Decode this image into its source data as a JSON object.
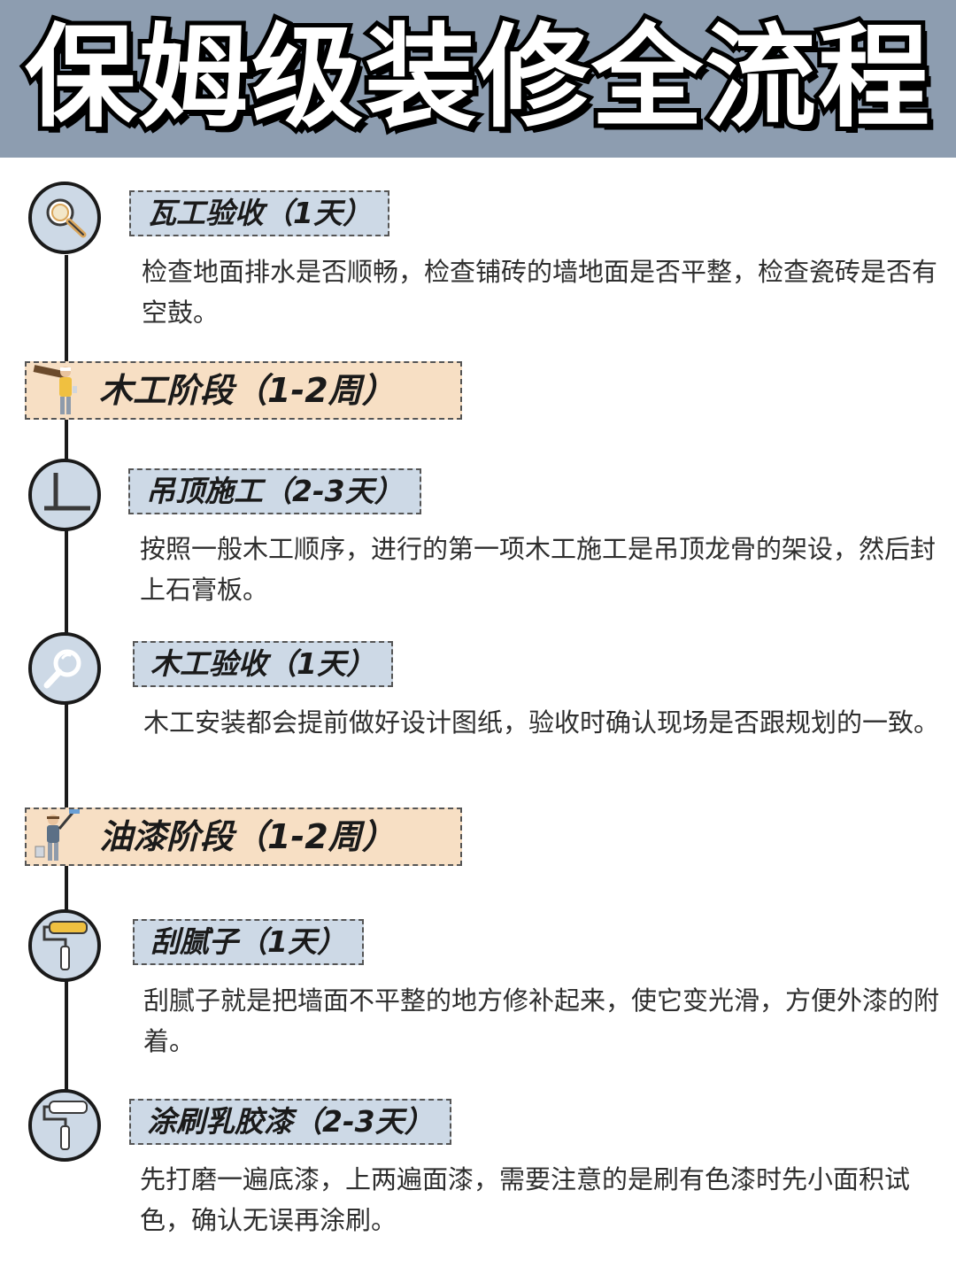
{
  "header": {
    "title": "保姆级装修全流程",
    "background_color": "#8d9db0"
  },
  "colors": {
    "node_fill": "#cdd9e6",
    "step_tag_fill": "#cdd9e6",
    "phase_tag_fill": "#f7dfc4",
    "line": "#1a1a1a"
  },
  "steps": [
    {
      "icon": "magnifier-icon",
      "title": "瓦工验收（1天）",
      "description": "检查地面排水是否顺畅，检查铺砖的墙地面是否平整，检查瓷砖是否有空鼓。"
    },
    {
      "icon": "ceiling-frame-icon",
      "title": "吊顶施工（2-3天）",
      "description": "按照一般木工顺序，进行的第一项木工施工是吊顶龙骨的架设，然后封上石膏板。"
    },
    {
      "icon": "magnifier-icon",
      "title": "木工验收（1天）",
      "description": "木工安装都会提前做好设计图纸，验收时确认现场是否跟规划的一致。"
    },
    {
      "icon": "paint-roller-icon",
      "title": "刮腻子（1天）",
      "description": "刮腻子就是把墙面不平整的地方修补起来，使它变光滑，方便外漆的附着。"
    },
    {
      "icon": "paint-roller-icon",
      "title": "涂刷乳胶漆（2-3天）",
      "description": "先打磨一遍底漆，上两遍面漆，需要注意的是刷有色漆时先小面积试色，确认无误再涂刷。"
    }
  ],
  "phases": [
    {
      "icon": "carpenter-worker-icon",
      "title": "木工阶段（1-2周）"
    },
    {
      "icon": "painter-worker-icon",
      "title": "油漆阶段（1-2周）"
    }
  ]
}
